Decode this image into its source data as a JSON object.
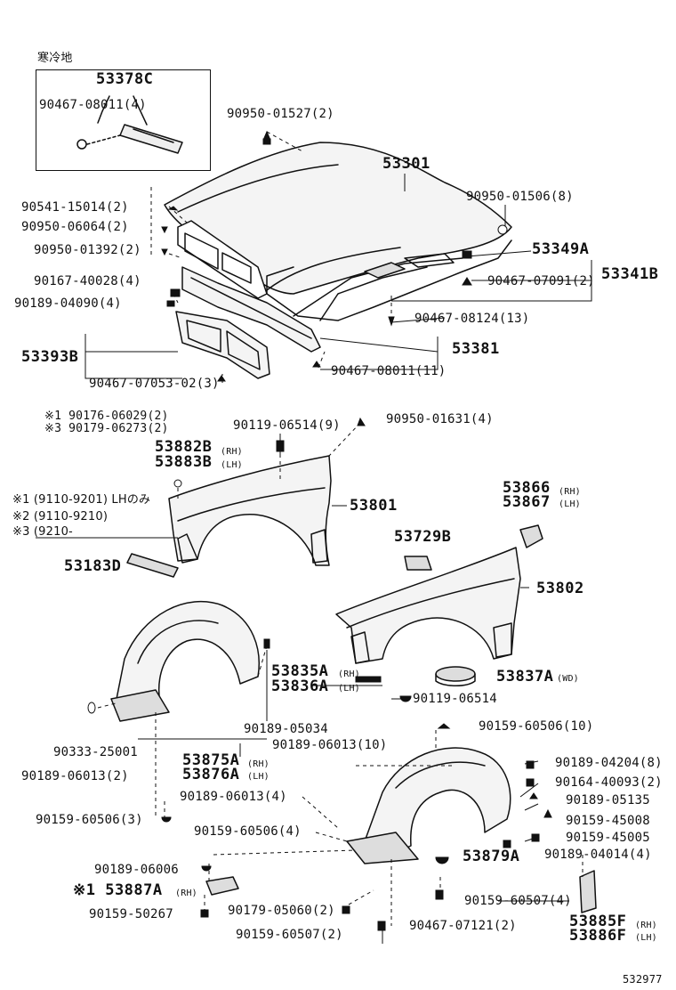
{
  "inset": {
    "note": "寒冷地",
    "part": "53378C",
    "bolt": "90467-08011(4)"
  },
  "labels": {
    "p_90950_01527": "90950-01527(2)",
    "p_53301": "53301",
    "p_90950_01506": "90950-01506(8)",
    "p_90541_15014": "90541-15014(2)",
    "p_90950_06064": "90950-06064(2)",
    "p_90950_01392": "90950-01392(2)",
    "p_53349A": "53349A",
    "p_53341B": "53341B",
    "p_90467_07091": "90467-07091(2)",
    "p_90167_40028": "90167-40028(4)",
    "p_90189_04090": "90189-04090(4)",
    "p_90467_08124": "90467-08124(13)",
    "p_53381": "53381",
    "p_53393B": "53393B",
    "p_90467_08011": "90467-08011(11)",
    "p_90467_07053": "90467-07053-02(3)",
    "p_90176_06029": "※1 90176-06029(2)",
    "p_90179_06273": "※3 90179-06273(2)",
    "p_90119_06514a": "90119-06514(9)",
    "p_90950_01631": "90950-01631(4)",
    "p_53882B": "53882B",
    "p_53883B": "53883B",
    "p_note1": "※1 (9110-9201) LHのみ",
    "p_note2": "※2 (9110-9210)",
    "p_note3": "※3 (9210-",
    "p_53801": "53801",
    "p_53866": "53866",
    "p_53867": "53867",
    "p_53729B": "53729B",
    "p_53183D": "53183D",
    "p_53802": "53802",
    "p_53835A": "53835A",
    "p_53836A": "53836A",
    "p_53837A": "53837A",
    "p_wd": "(WD)",
    "p_90119_06514b": "90119-06514",
    "p_90189_05034": "90189-05034",
    "p_90159_60506a": "90159-60506(10)",
    "p_90333_25001": "90333-25001",
    "p_90189_06013a": "90189-06013(10)",
    "p_53875A": "53875A",
    "p_53876A": "53876A",
    "p_90189_04204": "90189-04204(8)",
    "p_90189_06013b": "90189-06013(2)",
    "p_90164_40093": "90164-40093(2)",
    "p_90189_06013c": "90189-06013(4)",
    "p_90189_05135": "90189-05135",
    "p_90159_60506b": "90159-60506(3)",
    "p_90159_60506c": "90159-60506(4)",
    "p_90159_45008": "90159-45008",
    "p_90159_45005": "90159-45005",
    "p_53879A": "53879A",
    "p_90189_04014": "90189-04014(4)",
    "p_90189_06006": "90189-06006",
    "p_53887A": "※1 53887A",
    "p_90159_60507a": "90159-60507(4)",
    "p_90159_50267": "90159-50267",
    "p_90179_05060": "90179-05060(2)",
    "p_53885F": "53885F",
    "p_90159_60507b": "90159-60507(2)",
    "p_90467_07121": "90467-07121(2)",
    "p_53886F": "53886F",
    "p_rh": "(RH)",
    "p_lh": "(LH)",
    "ref": "532977"
  }
}
